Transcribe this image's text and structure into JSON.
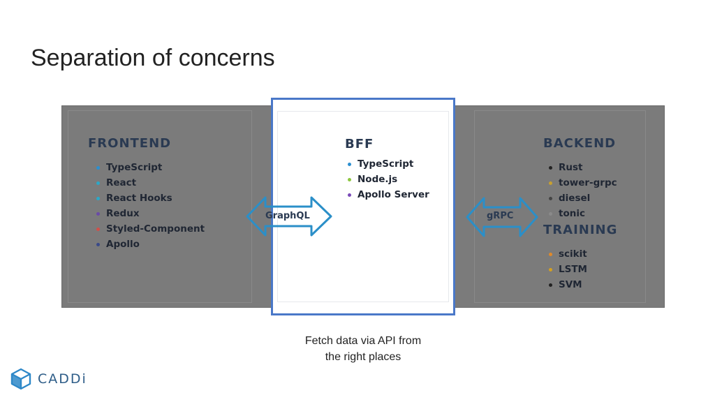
{
  "slide": {
    "title": "Separation of concerns",
    "caption_line1": "Fetch data via API from",
    "caption_line2": "the right places",
    "logo_text": "CADDi"
  },
  "frontend": {
    "title": "FRONTEND",
    "items": [
      {
        "label": "TypeScript",
        "color": "#2b8fd0"
      },
      {
        "label": "React",
        "color": "#2ba8c8"
      },
      {
        "label": "React Hooks",
        "color": "#2ba8c8"
      },
      {
        "label": "Redux",
        "color": "#6a4aa8"
      },
      {
        "label": "Styled-Component",
        "color": "#d0504a"
      },
      {
        "label": "Apollo",
        "color": "#3a4a8a"
      }
    ]
  },
  "bff": {
    "title": "BFF",
    "items": [
      {
        "label": "TypeScript",
        "color": "#2b8fd0"
      },
      {
        "label": "Node.js",
        "color": "#8cc63f"
      },
      {
        "label": "Apollo Server",
        "color": "#7a4ab8"
      }
    ]
  },
  "backend": {
    "title": "BACKEND",
    "items": [
      {
        "label": "Rust",
        "color": "#222222"
      },
      {
        "label": "tower-grpc",
        "color": "#c8a030"
      },
      {
        "label": "diesel",
        "color": "#444444"
      },
      {
        "label": "tonic",
        "color": "#8a8a8a"
      }
    ]
  },
  "training": {
    "title": "TRAINING",
    "items": [
      {
        "label": "scikit",
        "color": "#e08a2a"
      },
      {
        "label": "LSTM",
        "color": "#d4a020"
      },
      {
        "label": "SVM",
        "color": "#222222"
      }
    ]
  },
  "arrows": {
    "left_label": "GraphQL",
    "right_label": "gRPC",
    "color": "#2b8fc8"
  }
}
